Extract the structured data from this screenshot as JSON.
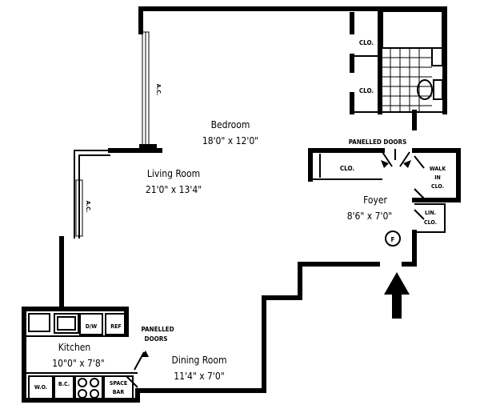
{
  "rooms": {
    "bedroom": {
      "name": "Bedroom",
      "size": "18'0\" x 12'0\""
    },
    "living_room": {
      "name": "Living Room",
      "size": "21'0\" x 13'4\""
    },
    "foyer": {
      "name": "Foyer",
      "size": "8'6\" x 7'0\""
    },
    "kitchen": {
      "name": "Kitchen",
      "size": "10\"0\" x 7'8\""
    },
    "dining_room": {
      "name": "Dining Room",
      "size": "11'4\" x 7'0\""
    }
  },
  "labels": {
    "clo_1": "CLO.",
    "clo_2": "CLO.",
    "clo_3": "CLO.",
    "walk_in_1": "WALK",
    "walk_in_2": "IN",
    "walk_in_3": "CLO.",
    "lin_clo_1": "LIN.",
    "lin_clo_2": "CLO.",
    "panelled_doors_top": "PANELLED DOORS",
    "panelled_doors_kitchen_1": "PANELLED",
    "panelled_doors_kitchen_2": "DOORS",
    "ac_1": "A.C.",
    "ac_2": "A.C.",
    "entry_marker": "F",
    "kitchen_dw": "D/W",
    "kitchen_ref": "REF",
    "kitchen_wo": "W.O.",
    "kitchen_bc": "B.C.",
    "kitchen_space_1": "SPACE",
    "kitchen_space_2": "BAR"
  }
}
